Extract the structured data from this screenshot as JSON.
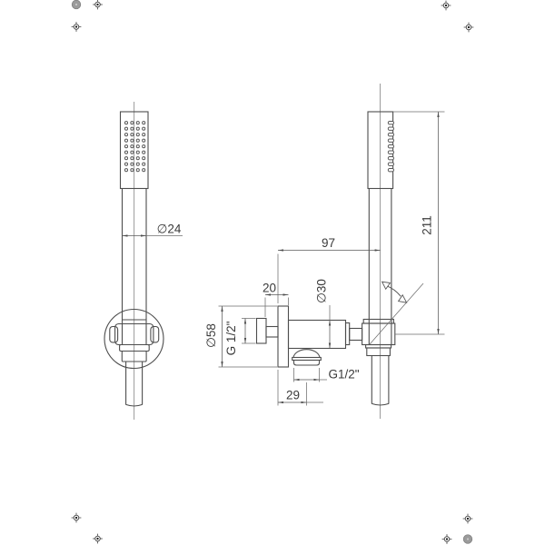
{
  "drawing": {
    "type": "technical-drawing",
    "subject": "hand shower set with wall holder and water outlet elbow - front and side views",
    "background_color": "#ffffff",
    "line_color": "#4d4d4d",
    "text_color": "#3a3a3a",
    "dimensions": {
      "handset_diameter": "∅24",
      "wall_to_handset_axis": "97",
      "handset_length": "211",
      "flange_projection": "20",
      "holder_body_diameter": "∅30",
      "flange_diameter": "∅58",
      "inlet_thread": "G 1/2\"",
      "outlet_thread": "G1/2\"",
      "wall_to_outlet_axis": "29"
    }
  }
}
